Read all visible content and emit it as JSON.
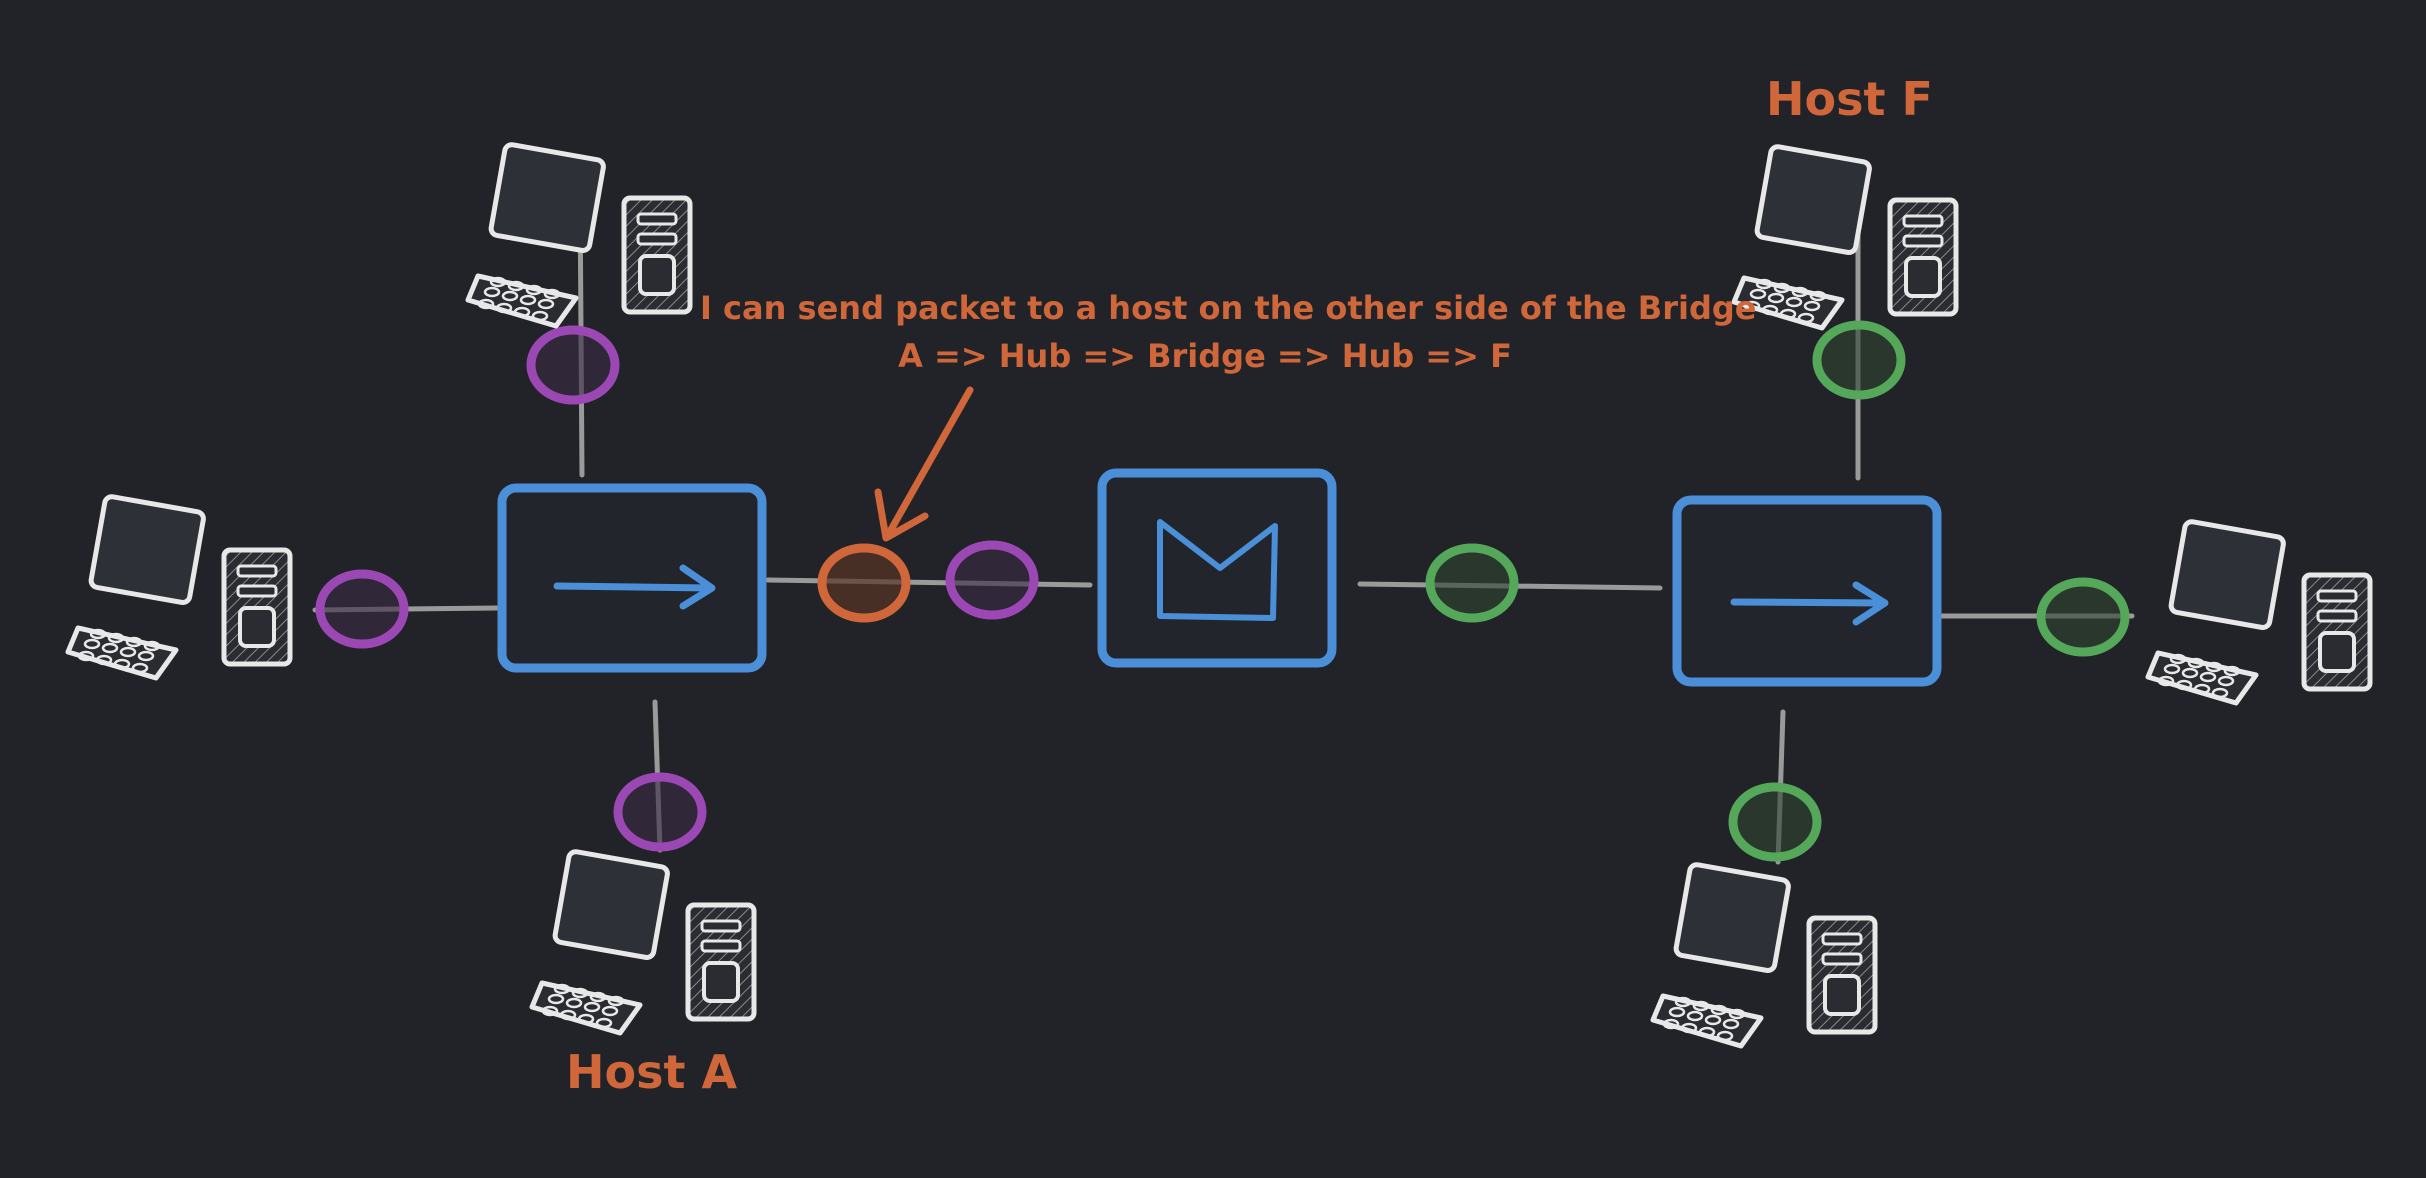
{
  "labels": {
    "host_a": "Host A",
    "host_f": "Host F"
  },
  "annotation": {
    "line1": "I can send packet to a host on the other side of the Bridge",
    "line2": "A => Hub => Bridge => Hub => F"
  },
  "colors": {
    "background": "#212328",
    "hub_stroke": "#4a8fd8",
    "bridge_stroke": "#4a8fd8",
    "link": "#9a9a9a",
    "segment_a": "#9c48b4",
    "segment_b": "#55a85a",
    "highlight": "#d0673a",
    "device": "#e8e8e8"
  },
  "icons": {
    "hub": "right-arrow-icon",
    "bridge": "bridge-m-icon",
    "computer": "computer-icon"
  }
}
